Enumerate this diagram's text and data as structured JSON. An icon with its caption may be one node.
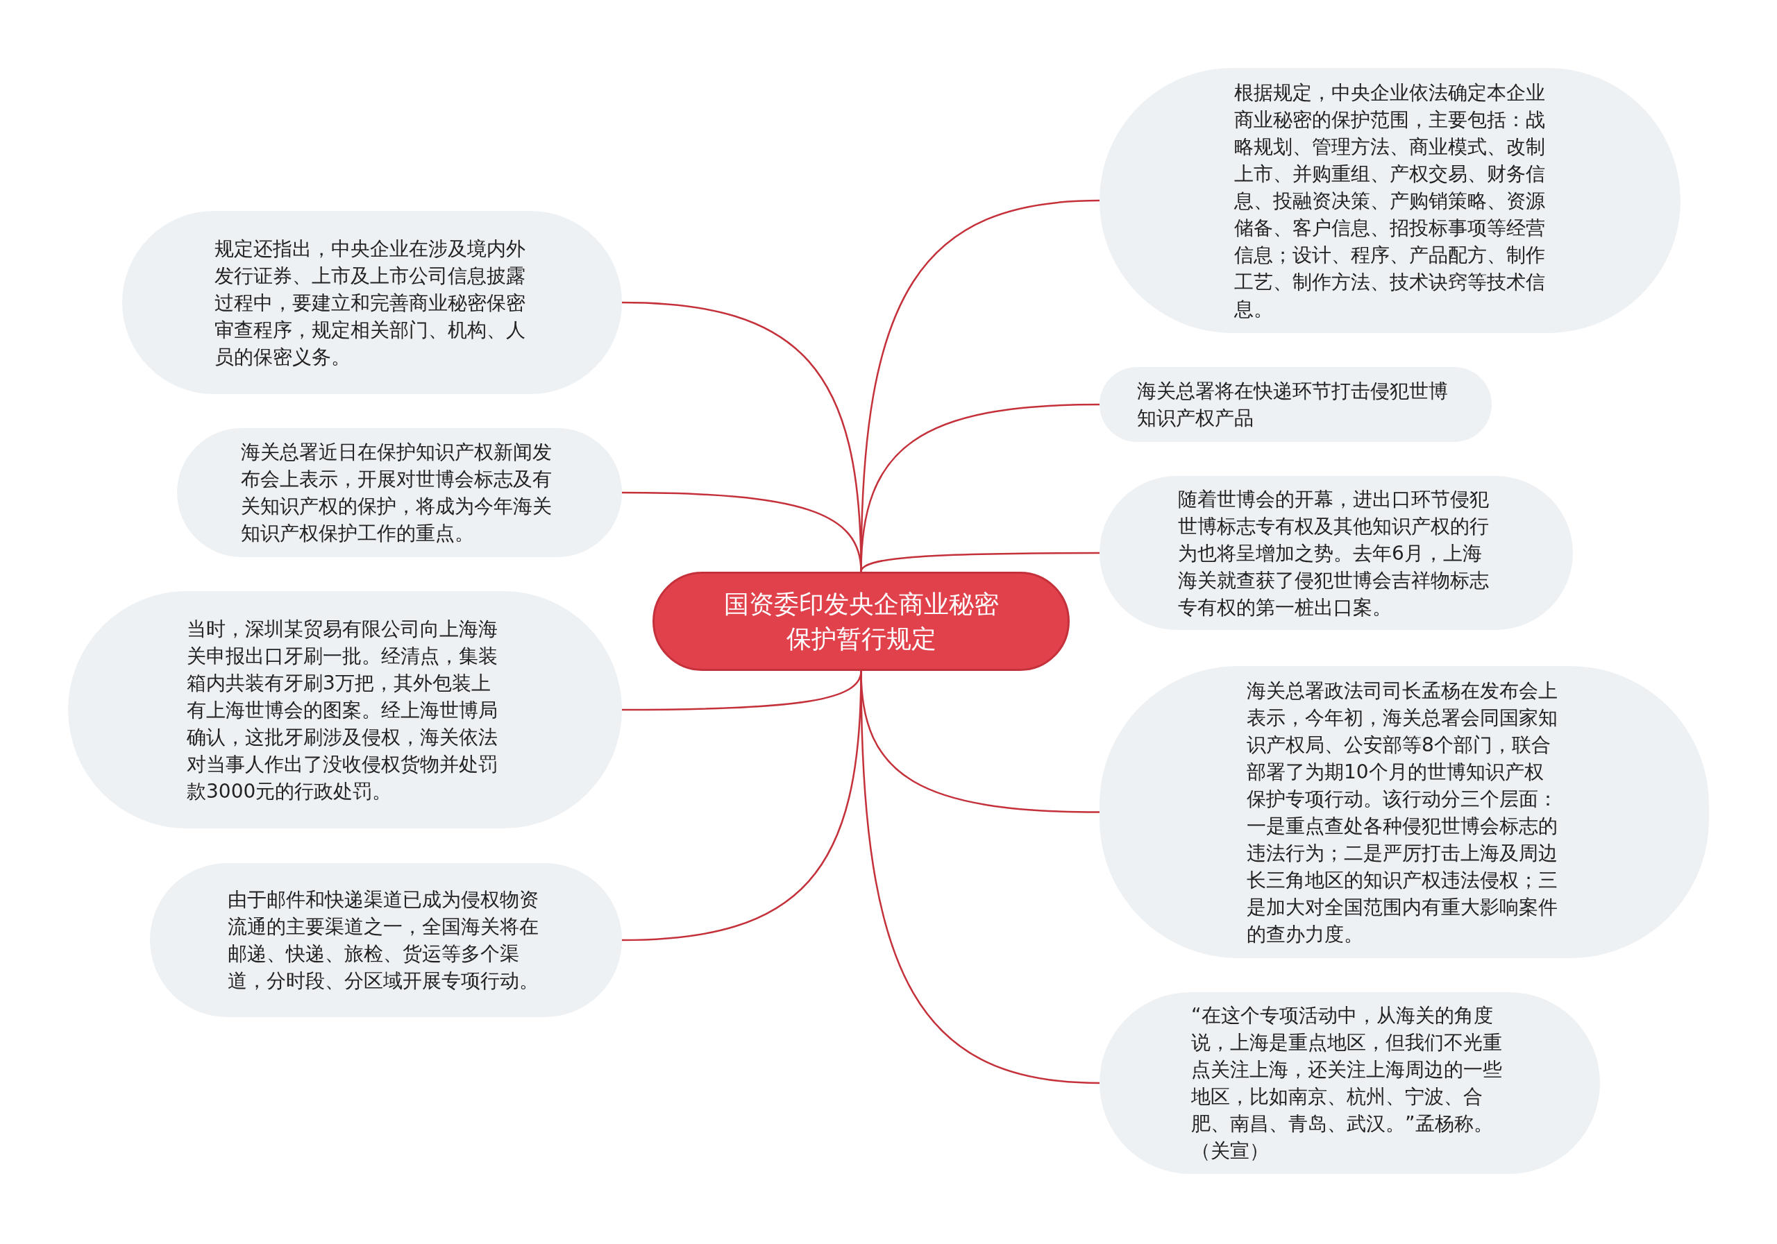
{
  "diagram": {
    "nodes": [
      {
        "text": [
          "国资委印发央企商业秘密保护暂行规定"
        ]
      },
      {
        "text": [
          "规定还指出，中央企业在涉及境内外发行证券、上市及上市公司信息披露过程中，要建立和完善商业秘密保密审查程序，规定相关部门、机构、人员的保密义务。"
        ]
      },
      {
        "text": [
          "海关总署近日在保护知识产权新闻发布会上表示，开展对世博会标志及有关知识产权的保护，将成为今年海关知识产权保护工作的重点。"
        ]
      },
      {
        "text": [
          "当时，深圳某贸易有限公司向上海海关申报出口牙刷一批。经清点，集装箱内共装有牙刷3万把，其外包装上有上海世博会的图案。经上海世博局确认，这批牙刷涉及侵权，海关依法对当事人作出了没收侵权货物并处罚款3000元的行政处罚。"
        ]
      },
      {
        "text": [
          "由于邮件和快递渠道已成为侵权物资流通的主要渠道之一，全国海关将在邮递、快递、旅检、货运等多个渠道，分时段、分区域开展专项行动。"
        ]
      },
      {
        "text": [
          "根据规定，中央企业依法确定本企业商业秘密的保护范围，主要包括：战略规划、管理方法、商业模式、改制上市、并购重组、产权交易、财务信息、投融资决策、产购销策略、资源储备、客户信息、招投标事项等经营信息；设计、程序、产品配方、制作工艺、制作方法、技术诀窍等技术信息。"
        ]
      },
      {
        "text": [
          "海关总署将在快递环节打击侵犯世博知识产权产品"
        ]
      },
      {
        "text": [
          "随着世博会的开幕，进出口环节侵犯世博标志专有权及其他知识产权的行为也将呈增加之势。去年6月，上海海关就查获了侵犯世博会吉祥物标志专有权的第一桩出口案。"
        ]
      },
      {
        "text": [
          "海关总署政法司司长孟杨在发布会上表示，今年初，海关总署会同国家知识产权局、公安部等8个部门，联合部署了为期10个月的世博知识产权保护专项行动。该行动分三个层面：一是重点查处各种侵犯世博会标志的违法行为；二是严厉打击上海及周边长三角地区的知识产权违法侵权；三是加大对全国范围内有重大影响案件的查办力度。"
        ]
      },
      {
        "text": [
          "“在这个专项活动中，从海关的角度说，上海是重点地区，但我们不光重点关注上海，还关注上海周边的一些地区，比如南京、杭州、宁波、合肥、南昌、青岛、武汉。”孟杨称。（关宣）"
        ]
      }
    ],
    "edges": [
      {
        "from": 0,
        "to": 1,
        "arrow": "none"
      },
      {
        "from": 0,
        "to": 2,
        "arrow": "none"
      },
      {
        "from": 0,
        "to": 3,
        "arrow": "none"
      },
      {
        "from": 0,
        "to": 4,
        "arrow": "none"
      },
      {
        "from": 0,
        "to": 5,
        "arrow": "none"
      },
      {
        "from": 0,
        "to": 6,
        "arrow": "none"
      },
      {
        "from": 0,
        "to": 7,
        "arrow": "none"
      },
      {
        "from": 0,
        "to": 8,
        "arrow": "none"
      },
      {
        "from": 0,
        "to": 9,
        "arrow": "none"
      }
    ]
  }
}
